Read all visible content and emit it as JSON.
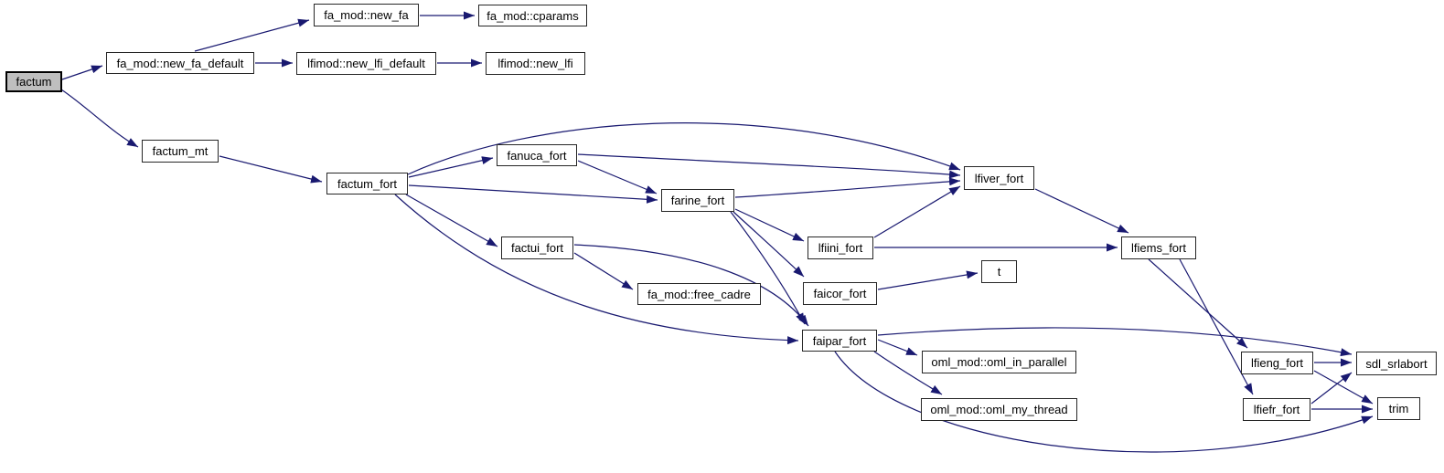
{
  "diagram_type": "call-graph",
  "colors": {
    "edge": "#191970",
    "node_border": "#262626",
    "node_fill": "#ffffff",
    "highlight_fill": "#bfbfbf",
    "text": "#000000"
  },
  "nodes": {
    "factum": {
      "label": "factum",
      "highlighted": true
    },
    "fa_mod_new_fa_default": {
      "label": "fa_mod::new_fa_default"
    },
    "fa_mod_new_fa": {
      "label": "fa_mod::new_fa"
    },
    "fa_mod_cparams": {
      "label": "fa_mod::cparams"
    },
    "lfimod_new_lfi_default": {
      "label": "lfimod::new_lfi_default"
    },
    "lfimod_new_lfi": {
      "label": "lfimod::new_lfi"
    },
    "factum_mt": {
      "label": "factum_mt"
    },
    "factum_fort": {
      "label": "factum_fort"
    },
    "fanuca_fort": {
      "label": "fanuca_fort"
    },
    "farine_fort": {
      "label": "farine_fort"
    },
    "factui_fort": {
      "label": "factui_fort"
    },
    "fa_mod_free_cadre": {
      "label": "fa_mod::free_cadre"
    },
    "lfiini_fort": {
      "label": "lfiini_fort"
    },
    "faicor_fort": {
      "label": "faicor_fort"
    },
    "t": {
      "label": "t"
    },
    "faipar_fort": {
      "label": "faipar_fort"
    },
    "oml_in_parallel": {
      "label": "oml_mod::oml_in_parallel"
    },
    "oml_my_thread": {
      "label": "oml_mod::oml_my_thread"
    },
    "lfiver_fort": {
      "label": "lfiver_fort"
    },
    "lfiems_fort": {
      "label": "lfiems_fort"
    },
    "lfieng_fort": {
      "label": "lfieng_fort"
    },
    "lfiefr_fort": {
      "label": "lfiefr_fort"
    },
    "sdl_srlabort": {
      "label": "sdl_srlabort"
    },
    "trim": {
      "label": "trim"
    }
  },
  "edges": [
    {
      "from": "factum",
      "to": "fa_mod::new_fa_default"
    },
    {
      "from": "factum",
      "to": "factum_mt"
    },
    {
      "from": "fa_mod::new_fa_default",
      "to": "fa_mod::new_fa"
    },
    {
      "from": "fa_mod::new_fa_default",
      "to": "lfimod::new_lfi_default"
    },
    {
      "from": "fa_mod::new_fa",
      "to": "fa_mod::cparams"
    },
    {
      "from": "lfimod::new_lfi_default",
      "to": "lfimod::new_lfi"
    },
    {
      "from": "factum_mt",
      "to": "factum_fort"
    },
    {
      "from": "factum_fort",
      "to": "fanuca_fort"
    },
    {
      "from": "factum_fort",
      "to": "farine_fort"
    },
    {
      "from": "factum_fort",
      "to": "factui_fort"
    },
    {
      "from": "factum_fort",
      "to": "faipar_fort"
    },
    {
      "from": "factum_fort",
      "to": "lfiver_fort"
    },
    {
      "from": "fanuca_fort",
      "to": "farine_fort"
    },
    {
      "from": "fanuca_fort",
      "to": "lfiver_fort"
    },
    {
      "from": "farine_fort",
      "to": "lfiver_fort"
    },
    {
      "from": "farine_fort",
      "to": "lfiini_fort"
    },
    {
      "from": "farine_fort",
      "to": "faicor_fort"
    },
    {
      "from": "farine_fort",
      "to": "faipar_fort"
    },
    {
      "from": "factui_fort",
      "to": "fa_mod::free_cadre"
    },
    {
      "from": "factui_fort",
      "to": "faipar_fort"
    },
    {
      "from": "lfiini_fort",
      "to": "lfiver_fort"
    },
    {
      "from": "lfiini_fort",
      "to": "lfiems_fort"
    },
    {
      "from": "faicor_fort",
      "to": "t"
    },
    {
      "from": "faipar_fort",
      "to": "oml_mod::oml_in_parallel"
    },
    {
      "from": "faipar_fort",
      "to": "oml_mod::oml_my_thread"
    },
    {
      "from": "faipar_fort",
      "to": "sdl_srlabort"
    },
    {
      "from": "faipar_fort",
      "to": "trim"
    },
    {
      "from": "lfiver_fort",
      "to": "lfiems_fort"
    },
    {
      "from": "lfiems_fort",
      "to": "lfieng_fort"
    },
    {
      "from": "lfiems_fort",
      "to": "lfiefr_fort"
    },
    {
      "from": "lfieng_fort",
      "to": "sdl_srlabort"
    },
    {
      "from": "lfieng_fort",
      "to": "trim"
    },
    {
      "from": "lfiefr_fort",
      "to": "sdl_srlabort"
    },
    {
      "from": "lfiefr_fort",
      "to": "trim"
    }
  ]
}
